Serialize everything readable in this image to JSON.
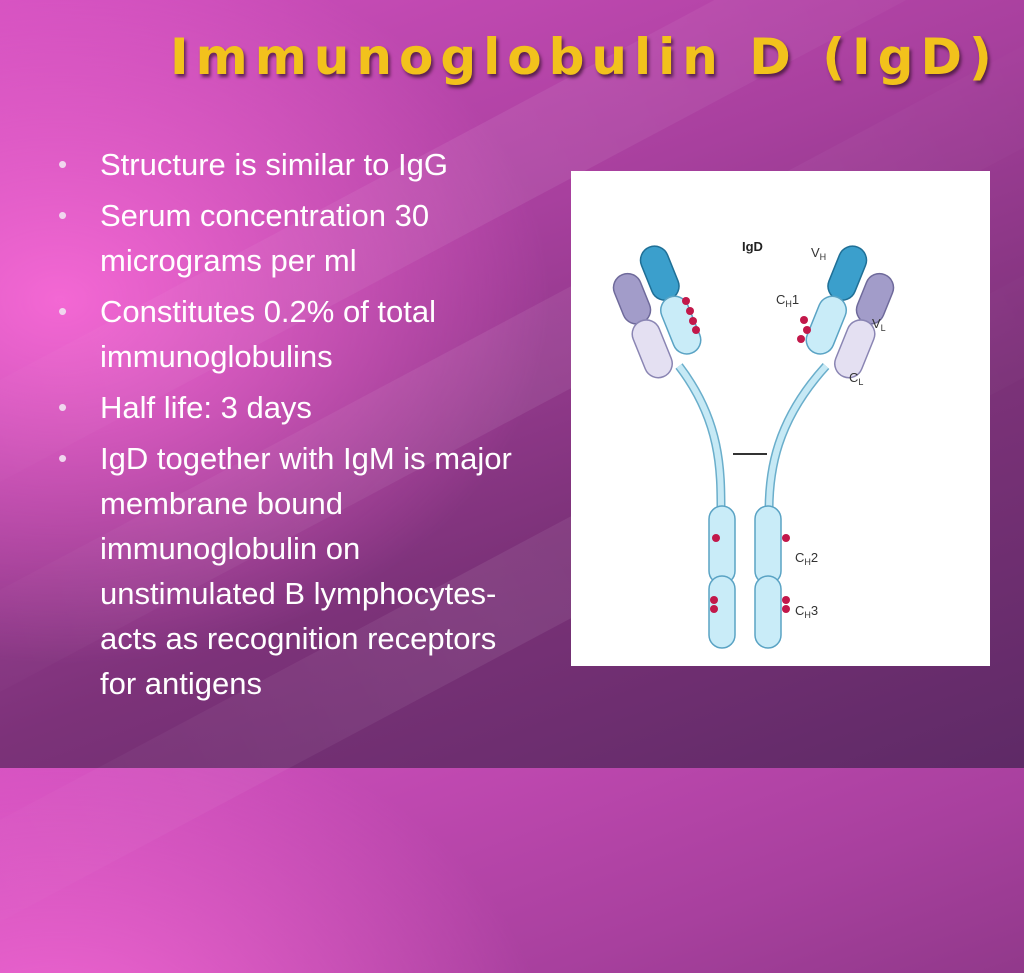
{
  "slide": {
    "title": "Immunoglobulin  D   (IgD)",
    "bullets": [
      "Structure is similar to IgG",
      "Serum concentration 30 micrograms per ml",
      "Constitutes 0.2% of total immunoglobulins",
      "Half life: 3 days",
      "IgD together with IgM is major membrane bound immunoglobulin on unstimulated B lymphocytes-acts as recognition receptors for antigens"
    ],
    "bullet_symbol": "•"
  },
  "figure": {
    "label": "IgD",
    "vh": {
      "main": "V",
      "sub": "H"
    },
    "vl": {
      "main": "V",
      "sub": "L"
    },
    "ch1": {
      "main": "C",
      "sub": "H",
      "suffix": "1"
    },
    "cl": {
      "main": "C",
      "sub": "L"
    },
    "ch2": {
      "main": "C",
      "sub": "H",
      "suffix": "2"
    },
    "ch3": {
      "main": "C",
      "sub": "H",
      "suffix": "3"
    }
  },
  "colors": {
    "title": "#f2c21c",
    "heavy_chain": "#9fd6ea",
    "heavy_variable": "#3b9fcc",
    "light_chain": "#cfc9e6",
    "light_variable": "#a29cc9",
    "carbohydrate": "#c2184a"
  }
}
